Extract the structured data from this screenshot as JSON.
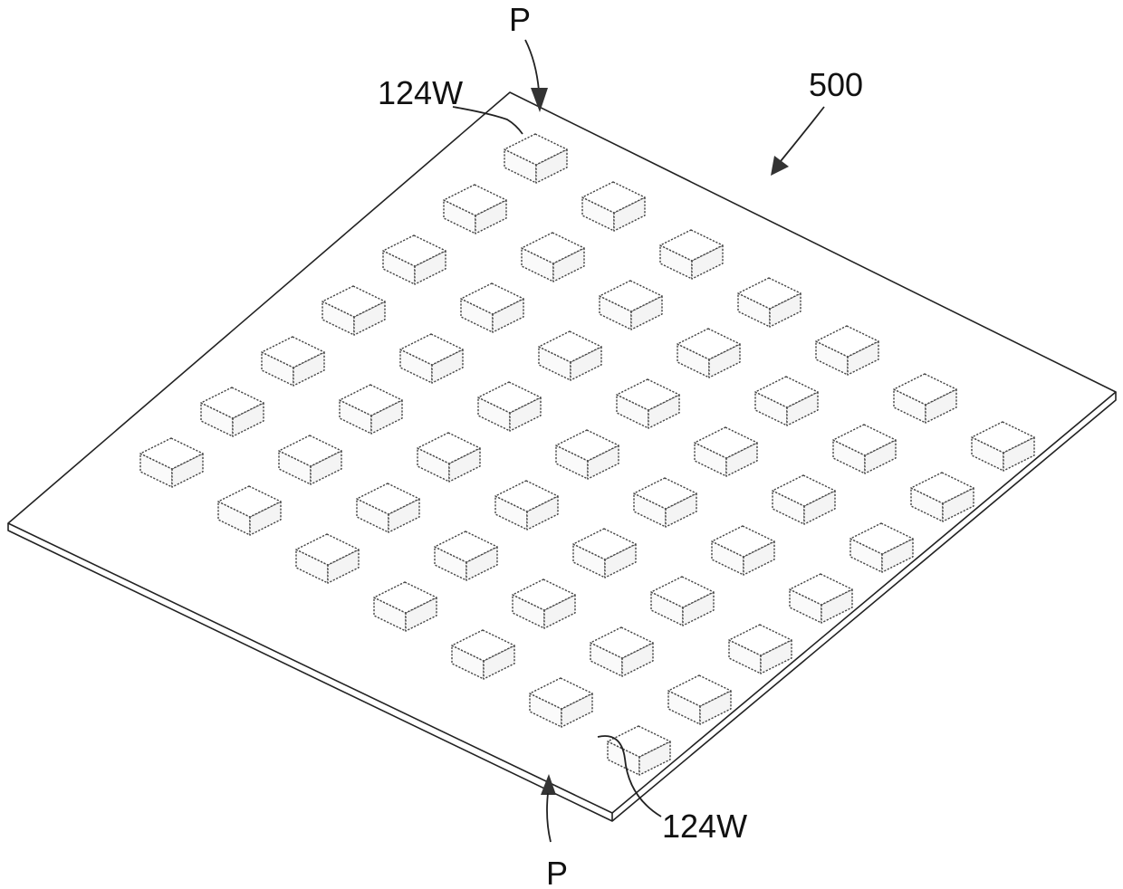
{
  "figure": {
    "reference_numeral": "500",
    "element_label_top": "124W",
    "element_label_bottom": "124W",
    "section_mark_top": "P",
    "section_mark_bottom": "P"
  },
  "grid": {
    "rows": 7,
    "columns": 7,
    "element_count": 49
  },
  "colors": {
    "line": "#222222",
    "background": "#ffffff"
  }
}
